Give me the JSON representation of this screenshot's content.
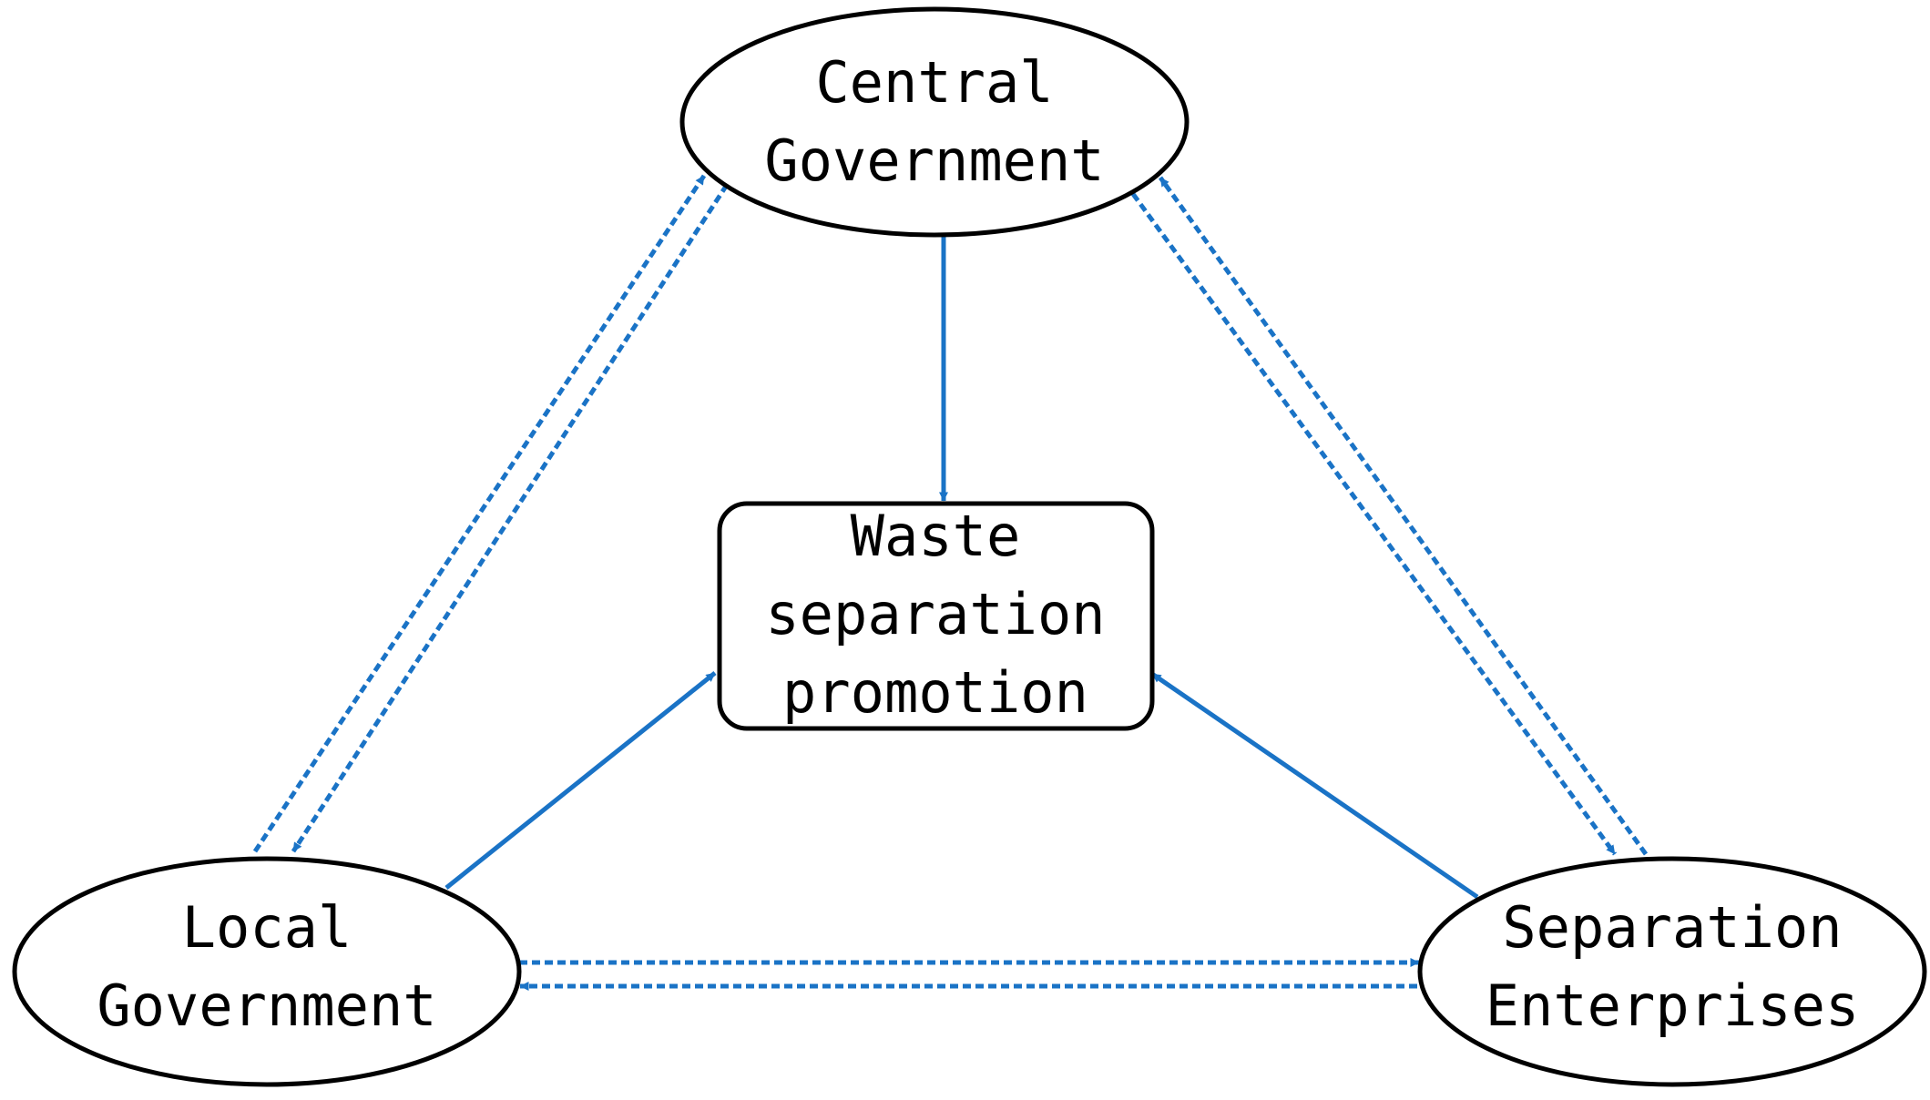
{
  "colors": {
    "arrow": "#1a73c6",
    "outline": "#000000",
    "background": "#ffffff"
  },
  "nodes": {
    "central_government": {
      "shape": "ellipse",
      "lines": [
        "Central",
        "Government"
      ]
    },
    "waste_separation": {
      "shape": "rounded-rectangle",
      "lines": [
        "Waste",
        "separation",
        "promotion"
      ]
    },
    "local_government": {
      "shape": "ellipse",
      "lines": [
        "Local",
        "Government"
      ]
    },
    "separation_enterprises": {
      "shape": "ellipse",
      "lines": [
        "Separation",
        "Enterprises"
      ]
    }
  },
  "edges": [
    {
      "from": "central_government",
      "to": "waste_separation",
      "style": "solid"
    },
    {
      "from": "local_government",
      "to": "waste_separation",
      "style": "solid"
    },
    {
      "from": "separation_enterprises",
      "to": "waste_separation",
      "style": "solid"
    },
    {
      "from": "local_government",
      "to": "central_government",
      "style": "dashed"
    },
    {
      "from": "central_government",
      "to": "local_government",
      "style": "dashed"
    },
    {
      "from": "separation_enterprises",
      "to": "central_government",
      "style": "dashed"
    },
    {
      "from": "central_government",
      "to": "separation_enterprises",
      "style": "dashed"
    },
    {
      "from": "local_government",
      "to": "separation_enterprises",
      "style": "dashed"
    },
    {
      "from": "separation_enterprises",
      "to": "local_government",
      "style": "dashed"
    }
  ]
}
